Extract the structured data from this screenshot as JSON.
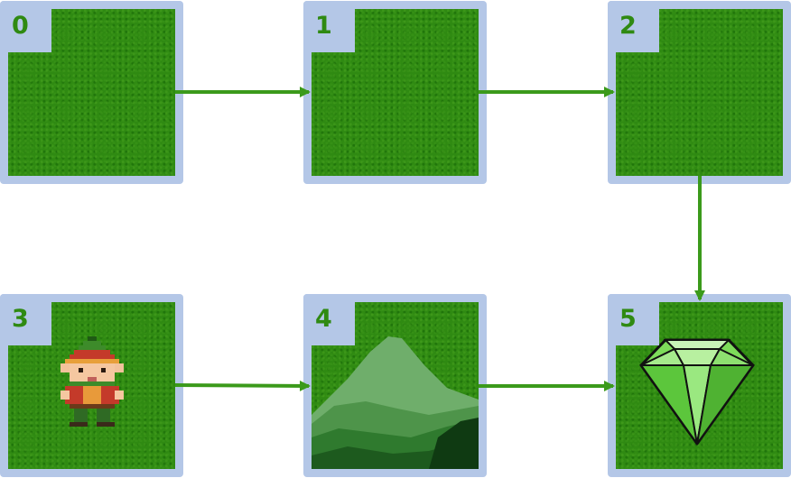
{
  "tiles": [
    {
      "label": "0",
      "terrain": "grass",
      "object": null
    },
    {
      "label": "1",
      "terrain": "grass",
      "object": null
    },
    {
      "label": "2",
      "terrain": "grass",
      "object": null
    },
    {
      "label": "3",
      "terrain": "grass",
      "object": "elf-character"
    },
    {
      "label": "4",
      "terrain": "grass",
      "object": "mountain"
    },
    {
      "label": "5",
      "terrain": "grass",
      "object": "green-gem"
    }
  ],
  "path": [
    "0",
    "1",
    "2",
    "5"
  ],
  "path2": [
    "3",
    "4",
    "5"
  ],
  "colors": {
    "tile_border": "#b4c7e7",
    "grass": "#2f8a12",
    "label_text": "#2f8a12",
    "arrow": "#3b9a1b",
    "gem": "#7ddc5a"
  }
}
